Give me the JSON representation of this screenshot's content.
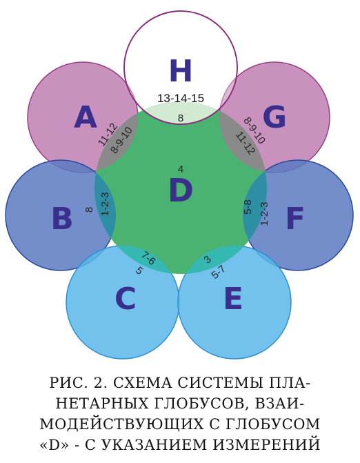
{
  "globes": {
    "A": "A",
    "B": "B",
    "C": "C",
    "D": "D",
    "E": "E",
    "F": "F",
    "G": "G",
    "H": "H"
  },
  "dims": {
    "H_D": [
      "13-14-15",
      "8"
    ],
    "A_D": [
      "11-12",
      "8-9-10"
    ],
    "G_D": [
      "8-9-10",
      "11-12"
    ],
    "B_D": [
      "8",
      "1-2-3"
    ],
    "F_D": [
      "5-8",
      "1-2-3"
    ],
    "C_D": [
      "7-6",
      "5"
    ],
    "E_D": [
      "3",
      "5-7"
    ],
    "D": "4"
  },
  "colors": {
    "pink": "#c07fb3",
    "blue_dark": "#5a7ac2",
    "blue_light": "#5bb7ea",
    "green": "#4bb371",
    "letter": "#3a2f8c"
  },
  "caption": [
    "РИС. 2. СХЕМА СИСТЕМЫ ПЛА-",
    "НЕТАРНЫХ ГЛОБУСОВ, ВЗАИ-",
    "МОДЕЙСТВУЮЩИХ С ГЛОБУСОМ",
    "«D» - С УКАЗАНИЕМ ИЗМЕРЕНИЙ"
  ]
}
